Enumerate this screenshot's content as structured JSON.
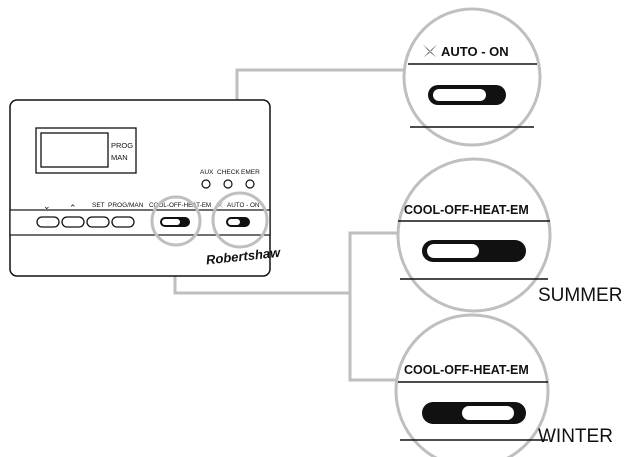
{
  "thermostat": {
    "display_labels": {
      "prog": "PROG",
      "man": "MAN"
    },
    "indicators": [
      "AUX",
      "CHECK",
      "EMER"
    ],
    "button_labels": {
      "down": "⌄",
      "up": "⌃",
      "set": "SET",
      "prog_man": "PROG/MAN"
    },
    "mode_switch_label": "COOL-OFF-HEAT-EM",
    "fan_switch_label": "AUTO - ON",
    "brand": "Robertshaw"
  },
  "callouts": {
    "fan": {
      "label": "AUTO - ON",
      "icon": "fan-icon",
      "position": "AUTO"
    },
    "summer": {
      "label": "COOL-OFF-HEAT-EM",
      "caption": "SUMMER",
      "position": "COOL"
    },
    "winter": {
      "label": "COOL-OFF-HEAT-EM",
      "caption": "WINTER",
      "position": "HEAT"
    }
  },
  "colors": {
    "line": "#111111",
    "leader": "#bfbfbf",
    "switch_fill": "#111111"
  }
}
